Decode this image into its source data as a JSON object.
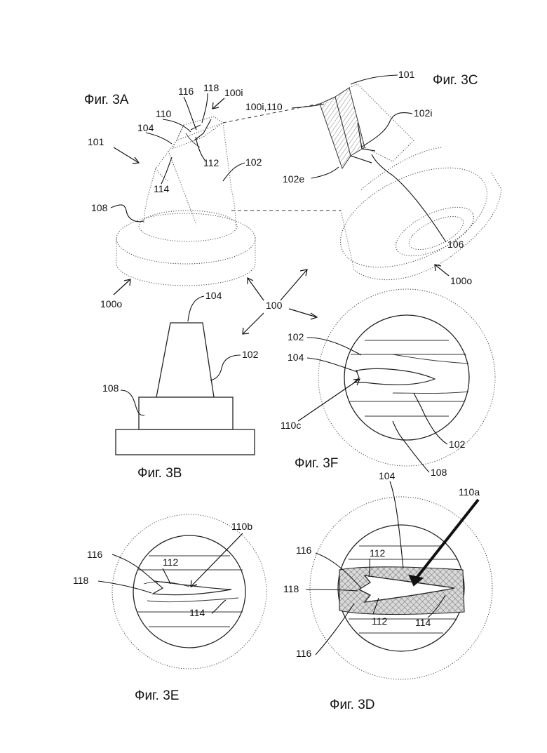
{
  "figures": {
    "fig_3a": "Фиг. 3A",
    "fig_3b": "Фиг. 3B",
    "fig_3c": "Фиг. 3C",
    "fig_3d": "Фиг. 3D",
    "fig_3e": "Фиг. 3E",
    "fig_3f": "Фиг. 3F"
  },
  "reference_numerals": {
    "r_100": "100",
    "r_100i": "100i",
    "r_100i_110": "100i,110",
    "r_100o": "100o",
    "r_101": "101",
    "r_102": "102",
    "r_102i": "102i",
    "r_102e": "102e",
    "r_104": "104",
    "r_106": "106",
    "r_108": "108",
    "r_110": "110",
    "r_110a": "110a",
    "r_110b": "110b",
    "r_110c": "110c",
    "r_112": "112",
    "r_114": "114",
    "r_116": "116",
    "r_118": "118"
  },
  "colors": {
    "line": "#222222",
    "background": "#ffffff",
    "hatch": "#555555"
  }
}
